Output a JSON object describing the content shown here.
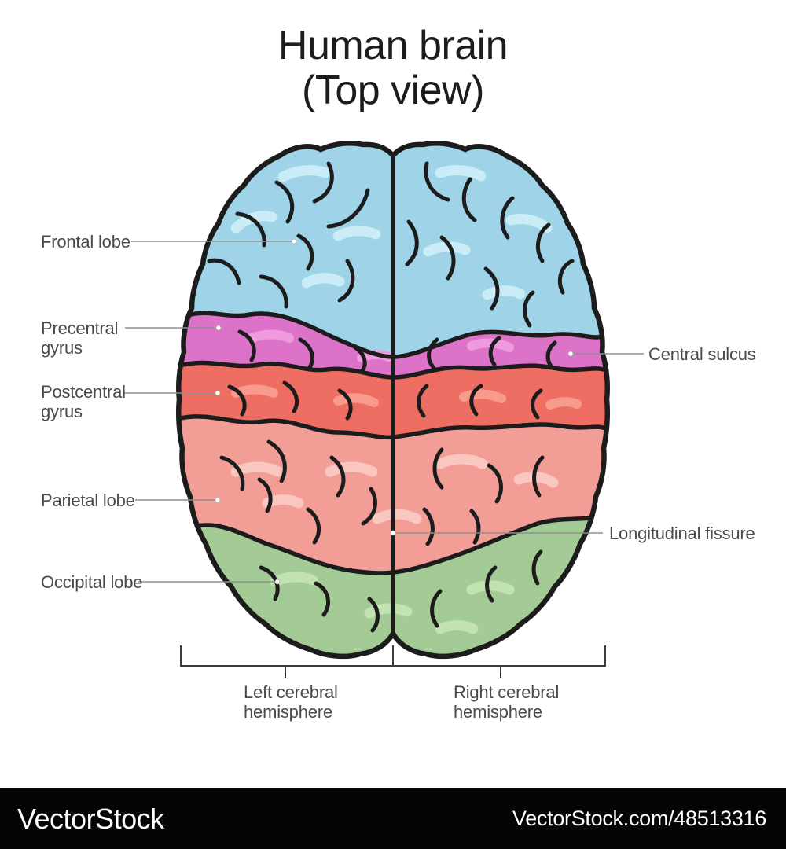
{
  "title": {
    "line1": "Human brain",
    "line2": "(Top view)"
  },
  "labels": {
    "frontal_lobe": "Frontal lobe",
    "precentral_gyrus": {
      "line1": "Precentral",
      "line2": "gyrus"
    },
    "postcentral_gyrus": {
      "line1": "Postcentral",
      "line2": "gyrus"
    },
    "parietal_lobe": "Parietal lobe",
    "occipital_lobe": "Occipital lobe",
    "central_sulcus": "Central sulcus",
    "longitudinal_fissure": "Longitudinal fissure",
    "left_hemisphere": {
      "line1": "Left cerebral",
      "line2": "hemisphere"
    },
    "right_hemisphere": {
      "line1": "Right cerebral",
      "line2": "hemisphere"
    }
  },
  "regions": [
    {
      "id": "frontal",
      "label": "Frontal lobe"
    },
    {
      "id": "precentral",
      "label": "Precentral gyrus"
    },
    {
      "id": "postcentral",
      "label": "Postcentral gyrus"
    },
    {
      "id": "parietal",
      "label": "Parietal lobe"
    },
    {
      "id": "occipital",
      "label": "Occipital lobe"
    }
  ],
  "colors": {
    "frontal": "#9fd4e8",
    "frontal_light": "#c9ecf7",
    "precentral": "#dd72c9",
    "precentral_light": "#ef9ade",
    "postcentral": "#ef6e64",
    "postcentral_light": "#f89a8c",
    "parietal": "#f29e97",
    "parietal_light": "#f9c6c0",
    "occipital": "#a4cb95",
    "occipital_light": "#c3e2b2",
    "outline": "#1c1c1c",
    "leader_line": "#8f8f8f",
    "label_text": "#4a4a4a",
    "title_text": "#1c1c1c",
    "bracket": "#3c3c3c",
    "watermark_bar_bg": "#050505",
    "watermark_text": "#ffffff"
  },
  "watermark": {
    "brand": "VectorStock",
    "image_ref": "VectorStock.com/48513316"
  }
}
